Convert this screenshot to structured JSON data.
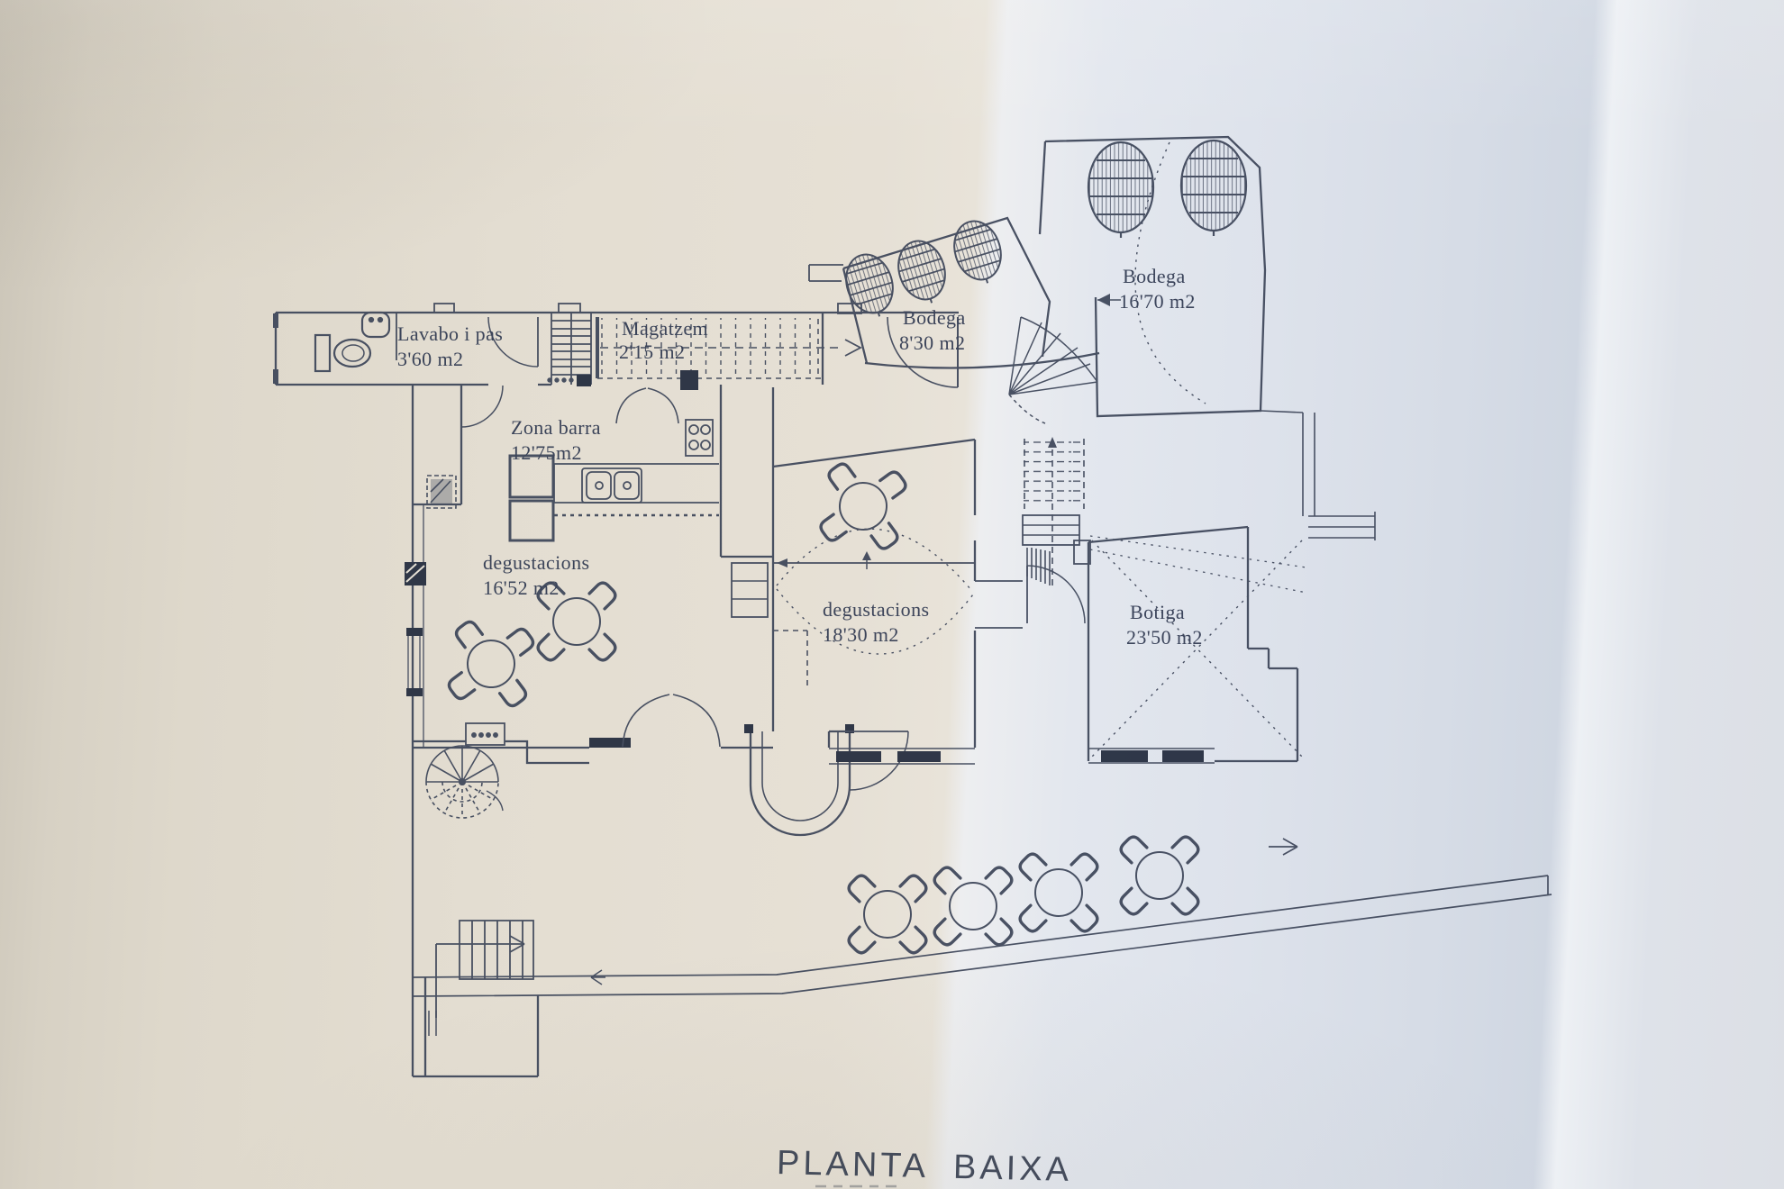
{
  "document": {
    "title_text": "PLANTA  BAIXA"
  },
  "rooms": {
    "lavabo": {
      "name": "Lavabo i pas",
      "area": "3'60 m2"
    },
    "magatzem": {
      "name": "Magatzem",
      "area": "2'15 m2"
    },
    "zona_barra": {
      "name": "Zona barra",
      "area": "12'75m2"
    },
    "degustacions_1": {
      "name": "degustacions",
      "area": "16'52 m2"
    },
    "degustacions_2": {
      "name": "degustacions",
      "area": "18'30 m2"
    },
    "bodega_1": {
      "name": "Bodega",
      "area": "8'30 m2"
    },
    "bodega_2": {
      "name": "Bodega",
      "area": "16'70 m2"
    },
    "botiga": {
      "name": "Botiga",
      "area": "23'50 m2"
    }
  },
  "colors": {
    "ink": "#3d4559",
    "ink_fill": "#222a3d",
    "paper_warm": "#e3ddd1",
    "paper_cool": "#dde2eb"
  }
}
